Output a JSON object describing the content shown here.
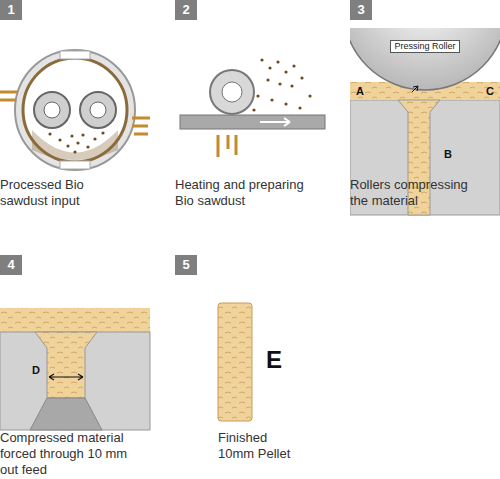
{
  "diagram": {
    "nodes": [
      {
        "text": [
          "1"
        ]
      },
      {
        "text": [
          "2"
        ]
      },
      {
        "text": [
          "3"
        ]
      },
      {
        "text": [
          "Pressing Roller"
        ]
      },
      {
        "text": [
          "4"
        ]
      },
      {
        "text": [
          "5"
        ]
      }
    ],
    "labels": [
      "Processed Bio sawdust input",
      "Heating and preparing Bio sawdust",
      "A",
      "B",
      "C",
      "Rollers compressing the material",
      "D",
      "Compressed material forced through 10 mm out feed",
      "E",
      "Finished 10mm Pellet"
    ]
  }
}
